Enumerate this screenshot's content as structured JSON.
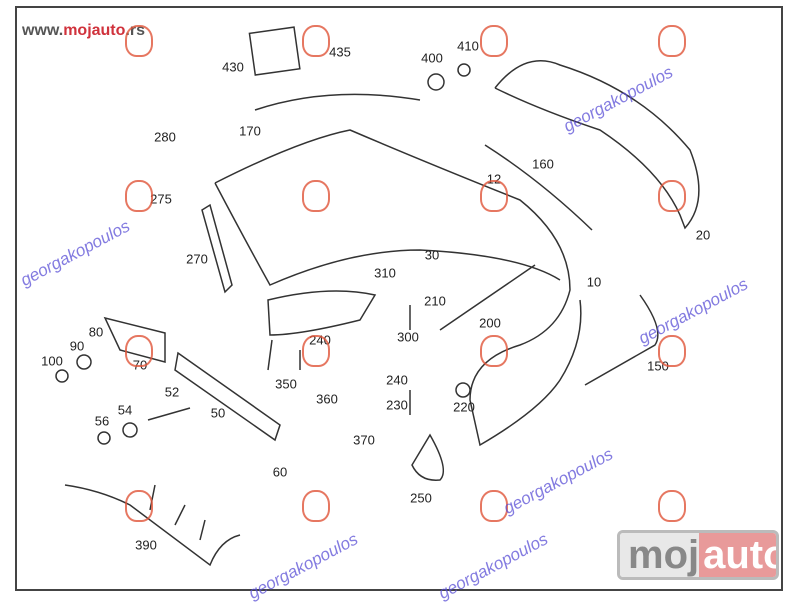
{
  "header": {
    "url_prefix": "www.",
    "url_brand": "mojauto",
    "url_suffix": ".rs"
  },
  "watermark": {
    "text": "georgakopoulos"
  },
  "logo": {
    "part1": "moj",
    "part2": "auto"
  },
  "colors": {
    "brand_red": "#d0323c",
    "watermark_blue": "#5a4fd6",
    "line": "#333333"
  },
  "part_labels": [
    "430",
    "435",
    "400",
    "410",
    "170",
    "280",
    "275",
    "12",
    "160",
    "20",
    "270",
    "30",
    "310",
    "10",
    "210",
    "200",
    "300",
    "240",
    "80",
    "90",
    "100",
    "70",
    "350",
    "150",
    "240",
    "230",
    "220",
    "52",
    "54",
    "50",
    "56",
    "360",
    "370",
    "60",
    "250",
    "390"
  ]
}
